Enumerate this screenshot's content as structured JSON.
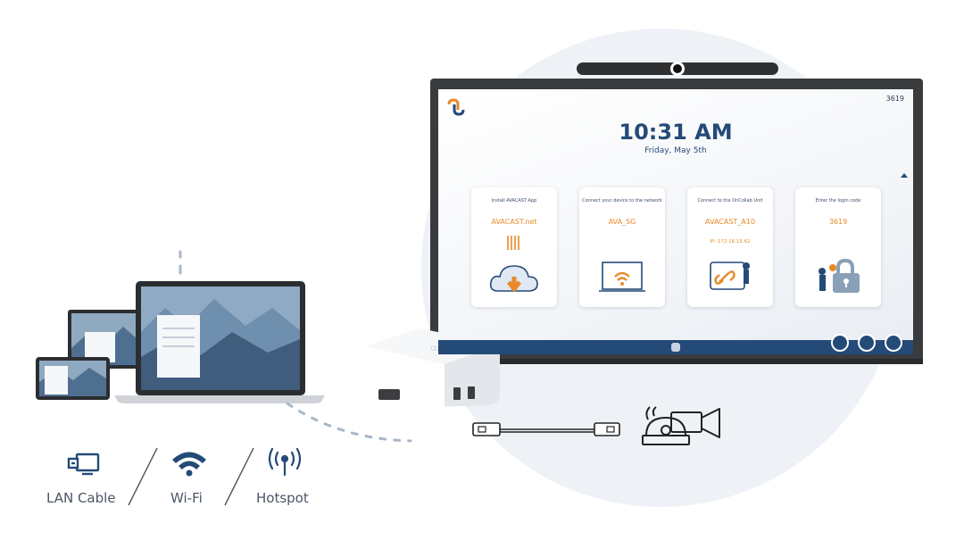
{
  "screen": {
    "code": "3619",
    "time": "10:31 AM",
    "date": "Friday, May 5th",
    "cards": [
      {
        "title": "Install AVACAST App",
        "value": "AVACAST.net",
        "sub": ""
      },
      {
        "title": "Connect your device to the network",
        "value": "AVA_SG",
        "sub": ""
      },
      {
        "title": "Connect to the OnCollab Unit",
        "value": "AVACAST_A10",
        "sub": "IP: 172.16.15.62"
      },
      {
        "title": "Enter the login code",
        "value": "3619",
        "sub": ""
      }
    ]
  },
  "connections": {
    "lan": "LAN Cable",
    "wifi": "Wi-Fi",
    "hotspot": "Hotspot"
  },
  "colors": {
    "brand_blue": "#244a78",
    "accent_orange": "#e88a2a",
    "line_gray": "#a9b7c7"
  }
}
